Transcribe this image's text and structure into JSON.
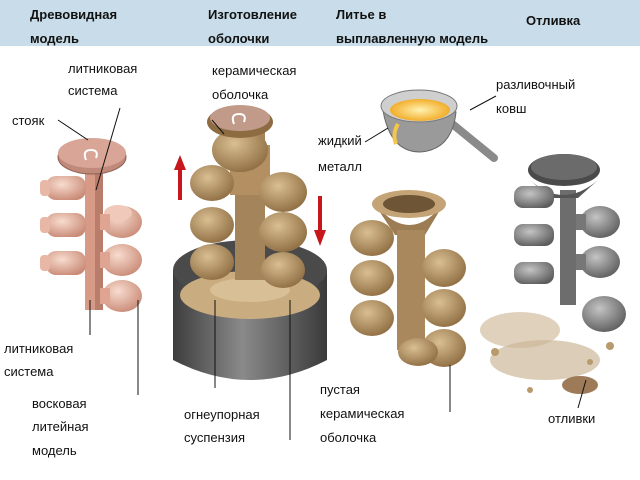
{
  "header": {
    "step1": [
      "Древовидная",
      "модель"
    ],
    "step2": [
      "Изготовление",
      "оболочки"
    ],
    "step3": [
      "Литье в",
      "выплавленную модель"
    ],
    "step4": [
      "Отливка"
    ]
  },
  "labels": {
    "gating_top": [
      "литниковая",
      "система"
    ],
    "sprue": "стояк",
    "gating_bottom": [
      "литниковая",
      "система"
    ],
    "wax_pattern": [
      "восковая",
      "литейная",
      "модель"
    ],
    "ceramic_shell": [
      "керамическая",
      "оболочка"
    ],
    "slurry": [
      "огнеупорная",
      "суспензия"
    ],
    "liquid_metal": [
      "жидкий",
      "металл"
    ],
    "ladle": [
      "разливочный",
      "ковш"
    ],
    "hollow_shell": [
      "пустая",
      "керамическая",
      "оболочка"
    ],
    "castings": "отливки"
  },
  "colors": {
    "header_bg": "#c8dde9",
    "wax": "#e7b5a3",
    "ceramic": "#b99a6c",
    "metal": "#8c8c8c",
    "arrow_red": "#c8161d",
    "molten": "#f4b120"
  }
}
